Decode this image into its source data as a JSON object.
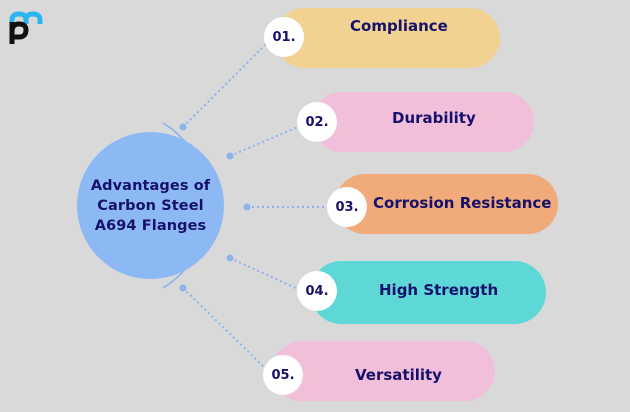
{
  "logo": {
    "name": "pm-logo",
    "top_color": "#29b6f0",
    "bottom_color": "#111111"
  },
  "hub": {
    "title_lines": [
      "Advantages of",
      "Carbon Steel",
      "A694 Flanges"
    ],
    "color": "#8cb9f4"
  },
  "text_color": "#17116b",
  "connector_color": "#8cb4ea",
  "items": [
    {
      "number": "01.",
      "label": "Compliance",
      "color": "#f1d291"
    },
    {
      "number": "02.",
      "label": "Durability",
      "color": "#f1bfd9"
    },
    {
      "number": "03.",
      "label": "Corrosion Resistance",
      "color": "#f1aa79"
    },
    {
      "number": "04.",
      "label": "High Strength",
      "color": "#5ed7d7"
    },
    {
      "number": "05.",
      "label": "Versatility",
      "color": "#f1bfd9"
    }
  ]
}
